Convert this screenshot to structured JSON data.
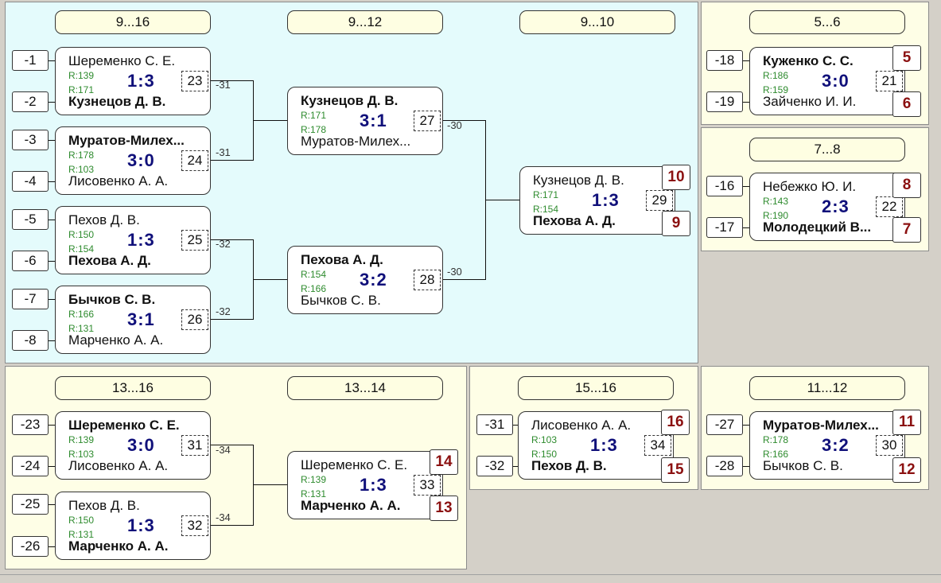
{
  "panels": {
    "p9_16": {
      "headers": [
        "9...16",
        "9...12",
        "9...10"
      ],
      "seeds": [
        "-1",
        "-2",
        "-3",
        "-4",
        "-5",
        "-6",
        "-7",
        "-8"
      ],
      "matches": [
        {
          "top": "Шеременко С. Е.",
          "bot": "Кузнецов Д. В.",
          "ra": "R:139",
          "rb": "R:171",
          "score": "1:3",
          "num": "23"
        },
        {
          "top": "Муратов-Милех...",
          "bot": "Лисовенко А. А.",
          "ra": "R:178",
          "rb": "R:103",
          "score": "3:0",
          "num": "24"
        },
        {
          "top": "Пехов Д. В.",
          "bot": "Пехова А. Д.",
          "ra": "R:150",
          "rb": "R:154",
          "score": "1:3",
          "num": "25"
        },
        {
          "top": "Бычков С. В.",
          "bot": "Марченко А. А.",
          "ra": "R:166",
          "rb": "R:131",
          "score": "3:1",
          "num": "26"
        },
        {
          "top": "Кузнецов Д. В.",
          "bot": "Муратов-Милех...",
          "ra": "R:171",
          "rb": "R:178",
          "score": "3:1",
          "num": "27"
        },
        {
          "top": "Пехова А. Д.",
          "bot": "Бычков С. В.",
          "ra": "R:154",
          "rb": "R:166",
          "score": "3:2",
          "num": "28"
        },
        {
          "top": "Кузнецов Д. В.",
          "bot": "Пехова А. Д.",
          "ra": "R:171",
          "rb": "R:154",
          "score": "1:3",
          "num": "29"
        }
      ],
      "markers": [
        "-31",
        "-31",
        "-32",
        "-32",
        "-30",
        "-30"
      ],
      "places": [
        "10",
        "9"
      ]
    },
    "p5_6": {
      "header": "5...6",
      "seeds": [
        "-18",
        "-19"
      ],
      "match": {
        "top": "Куженко С. С.",
        "bot": "Зайченко И. И.",
        "ra": "R:186",
        "rb": "R:159",
        "score": "3:0",
        "num": "21"
      },
      "places": [
        "5",
        "6"
      ]
    },
    "p7_8": {
      "header": "7...8",
      "seeds": [
        "-16",
        "-17"
      ],
      "match": {
        "top": "Небежко Ю. И.",
        "bot": "Молодецкий В...",
        "ra": "R:143",
        "rb": "R:190",
        "score": "2:3",
        "num": "22"
      },
      "places": [
        "8",
        "7"
      ]
    },
    "p13_16": {
      "headers": [
        "13...16",
        "13...14"
      ],
      "seeds": [
        "-23",
        "-24",
        "-25",
        "-26"
      ],
      "matches": [
        {
          "top": "Шеременко С. Е.",
          "bot": "Лисовенко А. А.",
          "ra": "R:139",
          "rb": "R:103",
          "score": "3:0",
          "num": "31"
        },
        {
          "top": "Пехов Д. В.",
          "bot": "Марченко А. А.",
          "ra": "R:150",
          "rb": "R:131",
          "score": "1:3",
          "num": "32"
        },
        {
          "top": "Шеременко С. Е.",
          "bot": "Марченко А. А.",
          "ra": "R:139",
          "rb": "R:131",
          "score": "1:3",
          "num": "33"
        }
      ],
      "markers": [
        "-34",
        "-34"
      ],
      "places": [
        "14",
        "13"
      ]
    },
    "p15_16": {
      "header": "15...16",
      "seeds": [
        "-31",
        "-32"
      ],
      "match": {
        "top": "Лисовенко А. А.",
        "bot": "Пехов Д. В.",
        "ra": "R:103",
        "rb": "R:150",
        "score": "1:3",
        "num": "34"
      },
      "places": [
        "16",
        "15"
      ]
    },
    "p11_12": {
      "header": "11...12",
      "seeds": [
        "-27",
        "-28"
      ],
      "match": {
        "top": "Муратов-Милех...",
        "bot": "Бычков С. В.",
        "ra": "R:178",
        "rb": "R:166",
        "score": "3:2",
        "num": "30"
      },
      "places": [
        "11",
        "12"
      ]
    }
  },
  "colors": {
    "blue_panel": "#e4fbfc",
    "yellow_panel": "#fefee6",
    "score": "#10107a",
    "rating": "#2e8b2e",
    "place": "#8b1010"
  }
}
